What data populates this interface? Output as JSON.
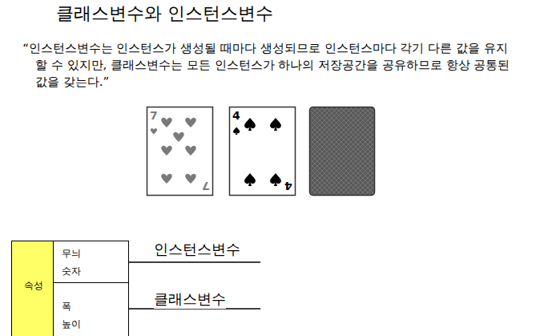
{
  "diagram": {
    "title": "클래스변수와 인스턴스변수",
    "nodes": [
      {
        "text": [
          "속성"
        ]
      },
      {
        "text": [
          "무늬",
          "숫자"
        ]
      },
      {
        "text": [
          "폭",
          "높이"
        ]
      }
    ],
    "labels": [
      "“인스턴스변수는 인스턴스가 생성될 때마다 생성되므로 인스턴스마다 각기 다른 값을 유지할 수 있지만, 클래스변수는 모든 인스턴스가 하나의 저장공간을 공유하므로 항상 공통된 값을 갖는다.”",
      "7",
      "7",
      "4",
      "4",
      "인스턴스변수",
      "클래스변수"
    ]
  }
}
